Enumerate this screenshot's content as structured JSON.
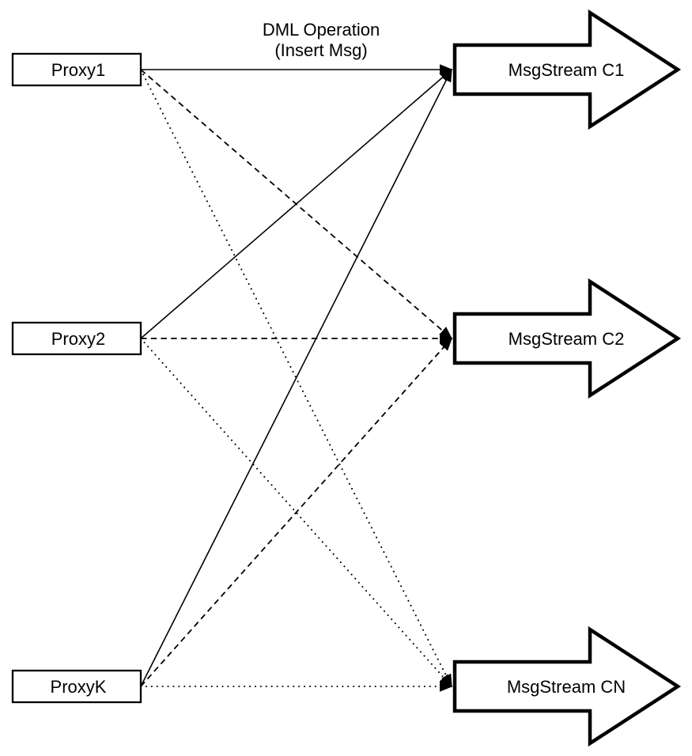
{
  "diagram": {
    "background_color": "#ffffff",
    "line_color": "#000000",
    "annotation": {
      "line1": "DML Operation",
      "line2": "(Insert Msg)"
    },
    "proxies": [
      {
        "id": "proxy1",
        "label": "Proxy1"
      },
      {
        "id": "proxy2",
        "label": "Proxy2"
      },
      {
        "id": "proxyk",
        "label": "ProxyK"
      }
    ],
    "streams": [
      {
        "id": "c1",
        "label": "MsgStream C1"
      },
      {
        "id": "c2",
        "label": "MsgStream C2"
      },
      {
        "id": "cn",
        "label": "MsgStream CN"
      }
    ],
    "edges": [
      {
        "from": "proxy1",
        "to": "c1",
        "style": "solid"
      },
      {
        "from": "proxy2",
        "to": "c1",
        "style": "solid"
      },
      {
        "from": "proxyk",
        "to": "c1",
        "style": "solid"
      },
      {
        "from": "proxy1",
        "to": "c2",
        "style": "dashed"
      },
      {
        "from": "proxy2",
        "to": "c2",
        "style": "dashed"
      },
      {
        "from": "proxyk",
        "to": "c2",
        "style": "dashed"
      },
      {
        "from": "proxy1",
        "to": "cn",
        "style": "dotted"
      },
      {
        "from": "proxy2",
        "to": "cn",
        "style": "dotted"
      },
      {
        "from": "proxyk",
        "to": "cn",
        "style": "dotted"
      }
    ]
  }
}
